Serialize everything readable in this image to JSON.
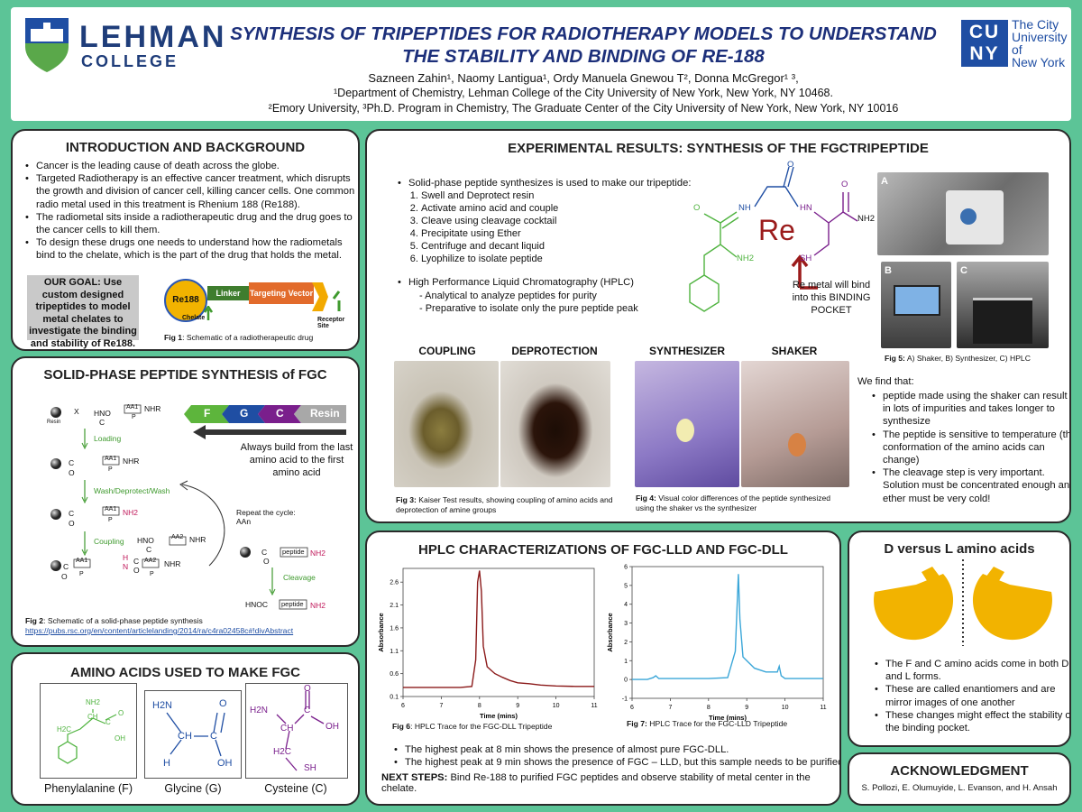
{
  "header": {
    "logo_left_name": "LEHMAN",
    "logo_left_sub": "COLLEGE",
    "title_line1": "SYNTHESIS OF TRIPEPTIDES FOR RADIOTHERAPY MODELS TO UNDERSTAND",
    "title_line2": "THE STABILITY AND BINDING OF RE-188",
    "authors": "Sazneen Zahin¹, Naomy Lantigua¹, Ordy Manuela Gnewou T², Donna McGregor¹ ³,",
    "affil1": "¹Department of Chemistry, Lehman College of the City University of New York, New York, NY 10468.",
    "affil2": "²Emory University, ³Ph.D. Program in Chemistry, The Graduate Center of the City University of New York, New York, NY 10016",
    "cuny_text": "CUNY",
    "cuny_line1": "The City",
    "cuny_line2": "University",
    "cuny_line3": "of",
    "cuny_line4": "New York"
  },
  "intro": {
    "title": "INTRODUCTION AND BACKGROUND",
    "bullets": [
      "Cancer is the leading cause of death across the globe.",
      "Targeted Radiotherapy is an effective cancer treatment, which disrupts the growth and division of cancer cell, killing cancer cells. One common radio metal used in this treatment is Rhenium 188 (Re188).",
      "The radiometal sits inside a radiotherapeutic drug and the drug goes to the cancer cells to kill them.",
      "To design these drugs one needs to understand how the radiometals bind to the chelate, which is the part of the drug that holds the metal."
    ],
    "goal": "OUR GOAL: Use custom designed tripeptides to model metal chelates to investigate the binding and stability of Re188.",
    "drug_re188": "Re188",
    "drug_linker": "Linker",
    "drug_vector": "Targeting Vector",
    "drug_chelate": "Chelate",
    "drug_receptor": "Receptor Site",
    "fig1_label": "Fig 1",
    "fig1_text": ": Schematic of a radiotherapeutic drug"
  },
  "spps": {
    "title": "SOLID-PHASE PEPTIDE SYNTHESIS of FGC",
    "arrow_f": "F",
    "arrow_g": "G",
    "arrow_c": "C",
    "arrow_resin": "Resin",
    "always_build": "Always build from the last amino acid to the first amino acid",
    "step_loading": "Loading",
    "step_wash": "Wash/Deprotect/Wash",
    "step_coupling": "Coupling",
    "step_cleavage": "Cleavage",
    "repeat": "Repeat the cycle:",
    "repeat_aan": "AAn",
    "resin_label": "Resin",
    "chem_x": "X",
    "chem_hno": "HNO",
    "chem_c": "C",
    "chem_aa1": "AA1",
    "chem_aa2": "AA2",
    "chem_nhr": "NHR",
    "chem_nh2": "NH2",
    "chem_o": "O",
    "chem_p": "P",
    "chem_h": "H",
    "chem_n": "N",
    "chem_peptide": "peptide",
    "chem_hnoc": "HNOC",
    "fig2_label": "Fig 2",
    "fig2_text": ": Schematic of a solid-phase peptide synthesis",
    "fig2_link": "https://pubs.rsc.org/en/content/articlelanding/2014/ra/c4ra02458c#!divAbstract"
  },
  "amino": {
    "title": "AMINO ACIDS USED TO MAKE FGC",
    "phe": "Phenylalanine (F)",
    "gly": "Glycine (G)",
    "cys": "Cysteine (C)",
    "lbl_nh2": "NH2",
    "lbl_h2n": "H2N",
    "lbl_h": "H",
    "lbl_ch": "CH",
    "lbl_c": "C",
    "lbl_o": "O",
    "lbl_oh": "OH",
    "lbl_h2c": "H2C",
    "lbl_sh": "SH"
  },
  "results": {
    "title": "EXPERIMENTAL RESULTS: SYNTHESIS OF THE FGCTRIPEPTIDE",
    "spps_intro": "Solid-phase peptide synthesizes is used to  make our  tripeptide:",
    "steps": [
      "Swell and Deprotect resin",
      "Activate amino acid and couple",
      "Cleave using cleavage cocktail",
      "Precipitate using Ether",
      "Centrifuge and decant liquid",
      "Lyophilize to isolate peptide"
    ],
    "hplc_intro": "High Performance Liquid Chromatography (HPLC)",
    "hplc_sub": [
      "- Analytical to analyze peptides for purity",
      "- Preparative to isolate only the pure peptide peak"
    ],
    "re_label": "Re",
    "re_note": "Re metal will bind into this BINDING POCKET",
    "mol_o": "O",
    "mol_nh": "NH",
    "mol_hn": "HN",
    "mol_nh2": "NH2",
    "mol_sh": "SH",
    "photo_coupling": "COUPLING",
    "photo_deprot": "DEPROTECTION",
    "photo_synth": "SYNTHESIZER",
    "photo_shaker": "SHAKER",
    "fig3_label": "Fig 3:",
    "fig3_text": " Kaiser Test results, showing coupling of amino acids and deprotection of amine groups",
    "fig4_label": "Fig 4:",
    "fig4_text": " Visual color differences of the peptide synthesized using the shaker vs the synthesizer",
    "fig5_label": "Fig 5:",
    "fig5_text": " A) Shaker, B) Synthesizer, C) HPLC",
    "lab_a": "A",
    "lab_b": "B",
    "lab_c": "C",
    "find_title": "We find that:",
    "find_bullets": [
      "peptide made using the shaker can result in lots of impurities and takes longer to synthesize",
      "The peptide is sensitive to temperature (the conformation of the amino acids can change)",
      "The cleavage step is very important. Solution must be concentrated enough and ether must be very cold!"
    ]
  },
  "hplc": {
    "title": "HPLC CHARACTERIZATIONS OF FGC-LLD AND FGC-DLL",
    "fig6_label": "Fig 6",
    "fig6_text": ": HPLC Trace for the FGC-DLL Tripeptide",
    "fig7_label": "Fig 7:",
    "fig7_text": " HPLC Trace for the FGC-LLD Tripeptide",
    "bullets": [
      "The highest peak at 8 min shows the presence of almost pure FGC-DLL.",
      "The highest peak at 9 min shows the presence of FGC – LLD, but this sample needs to be purified."
    ],
    "next_label": "NEXT STEPS:",
    "next_text": " Bind Re-188 to purified FGC peptides and observe stability of metal center in the chelate."
  },
  "chart_data": [
    {
      "type": "line",
      "xlabel": "Time (mins)",
      "ylabel": "Absorbance",
      "xlim": [
        6,
        11
      ],
      "ylim": [
        0.1,
        2.9
      ],
      "xticks": [
        6,
        7,
        8,
        9,
        10,
        11
      ],
      "yticks": [
        0.1,
        0.6,
        1.1,
        1.6,
        2.1,
        2.6
      ],
      "color": "#8b1a1a",
      "series": [
        {
          "x": [
            6,
            6.5,
            7,
            7.5,
            7.8,
            7.9,
            7.95,
            8.0,
            8.05,
            8.1,
            8.2,
            8.4,
            8.6,
            8.8,
            9.0,
            9.3,
            9.6,
            10,
            10.5,
            11
          ],
          "y": [
            0.3,
            0.3,
            0.3,
            0.3,
            0.32,
            0.9,
            2.6,
            2.85,
            2.4,
            1.2,
            0.75,
            0.6,
            0.52,
            0.45,
            0.4,
            0.38,
            0.35,
            0.33,
            0.32,
            0.32
          ]
        }
      ]
    },
    {
      "type": "line",
      "xlabel": "Time (mins)",
      "ylabel": "Absorbance",
      "xlim": [
        6,
        11
      ],
      "ylim": [
        -1,
        6
      ],
      "xticks": [
        6,
        7,
        8,
        9,
        10,
        11
      ],
      "yticks": [
        -1,
        0,
        1,
        2,
        3,
        4,
        5,
        6
      ],
      "color": "#3aa6d8",
      "series": [
        {
          "x": [
            6,
            6.4,
            6.55,
            6.62,
            6.7,
            7,
            7.5,
            8,
            8.5,
            8.7,
            8.78,
            8.82,
            8.9,
            9.0,
            9.2,
            9.5,
            9.8,
            9.85,
            9.9,
            10,
            10.5,
            11
          ],
          "y": [
            0,
            0,
            0.1,
            0.2,
            0.05,
            0.05,
            0.05,
            0.05,
            0.1,
            1.5,
            5.6,
            3.2,
            1.2,
            1.0,
            0.6,
            0.4,
            0.4,
            0.7,
            0.2,
            0.05,
            0.05,
            0.05
          ]
        }
      ]
    }
  ],
  "dl": {
    "title": "D versus L amino acids",
    "bullets": [
      "The F and C amino acids come in both D and L forms.",
      "These are called enantiomers and are mirror images of one another",
      "These changes might effect the stability of the binding pocket."
    ]
  },
  "ack": {
    "title": "ACKNOWLEDGMENT",
    "text": "S. Pollozi, E. Olumuyide, L. Evanson, and H. Ansah"
  },
  "colors": {
    "bg": "#5cc497",
    "green": "#4fb33f",
    "blue": "#1f4ea3",
    "purple": "#7a1f8c",
    "grey": "#a8a8a8",
    "orange": "#f2a900",
    "red": "#9b1b1b"
  }
}
